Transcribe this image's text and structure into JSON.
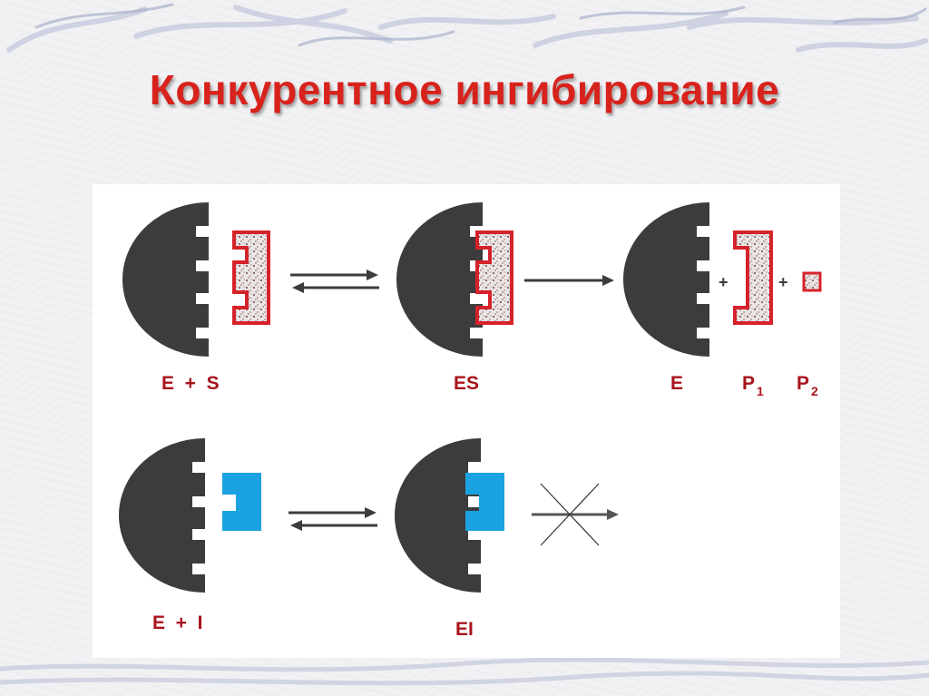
{
  "title": "Конкурентное ингибирование",
  "labels": {
    "e_plus_s": "E  +  S",
    "es": "ES",
    "e_product": "E",
    "p1_main": "P",
    "p1_sub": "1",
    "p2_main": "P",
    "p2_sub": "2",
    "e_plus_i": "E  +  I",
    "ei": "EI",
    "plus_1": "+",
    "plus_2": "+"
  },
  "colors": {
    "title": "#d8221c",
    "enzyme": "#3c3c3e",
    "substrate_outline": "#d6222a",
    "inhibitor": "#1aa3e0",
    "label": "#a8141c"
  }
}
